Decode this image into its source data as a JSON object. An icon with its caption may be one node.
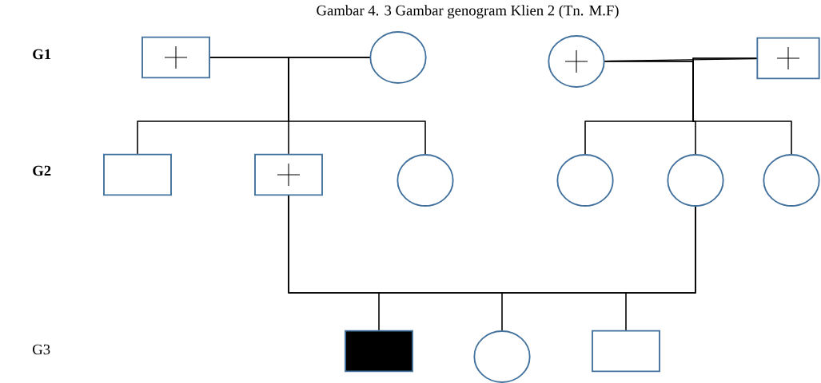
{
  "diagram": {
    "title": "Gambar 4. 3 Gambar genogram Klien 2 (Tn. M.F)",
    "nodes": [
      {
        "text": [],
        "shape": "box"
      },
      {
        "text": [],
        "shape": "circle"
      },
      {
        "text": [],
        "shape": "circle"
      },
      {
        "text": [],
        "shape": "box"
      },
      {
        "text": [],
        "shape": "box"
      },
      {
        "text": [],
        "shape": "box"
      },
      {
        "text": [],
        "shape": "circle"
      },
      {
        "text": [],
        "shape": "circle"
      },
      {
        "text": [],
        "shape": "circle"
      },
      {
        "text": [],
        "shape": "circle"
      },
      {
        "text": [],
        "shape": "box"
      },
      {
        "text": [],
        "shape": "circle"
      },
      {
        "text": [],
        "shape": "box"
      }
    ],
    "edges": [
      {
        "from": 0,
        "to": 1,
        "arrow": "none"
      },
      {
        "from": 0,
        "to": 4,
        "arrow": "none"
      },
      {
        "from": 0,
        "to": 5,
        "arrow": "none"
      },
      {
        "from": 0,
        "to": 6,
        "arrow": "none"
      },
      {
        "from": 1,
        "to": 4,
        "arrow": "none"
      },
      {
        "from": 1,
        "to": 5,
        "arrow": "none"
      },
      {
        "from": 1,
        "to": 6,
        "arrow": "none"
      },
      {
        "from": 2,
        "to": 3,
        "arrow": "none"
      },
      {
        "from": 2,
        "to": 7,
        "arrow": "none"
      },
      {
        "from": 2,
        "to": 8,
        "arrow": "none"
      },
      {
        "from": 2,
        "to": 9,
        "arrow": "none"
      },
      {
        "from": 3,
        "to": 7,
        "arrow": "none"
      },
      {
        "from": 3,
        "to": 8,
        "arrow": "none"
      },
      {
        "from": 3,
        "to": 9,
        "arrow": "none"
      },
      {
        "from": 5,
        "to": 8,
        "arrow": "none"
      },
      {
        "from": 5,
        "to": 10,
        "arrow": "none"
      },
      {
        "from": 5,
        "to": 11,
        "arrow": "none"
      },
      {
        "from": 5,
        "to": 12,
        "arrow": "none"
      },
      {
        "from": 8,
        "to": 10,
        "arrow": "none"
      },
      {
        "from": 8,
        "to": 11,
        "arrow": "none"
      },
      {
        "from": 8,
        "to": 12,
        "arrow": "none"
      }
    ],
    "labels": [
      "G1",
      "G2",
      "G3"
    ]
  }
}
